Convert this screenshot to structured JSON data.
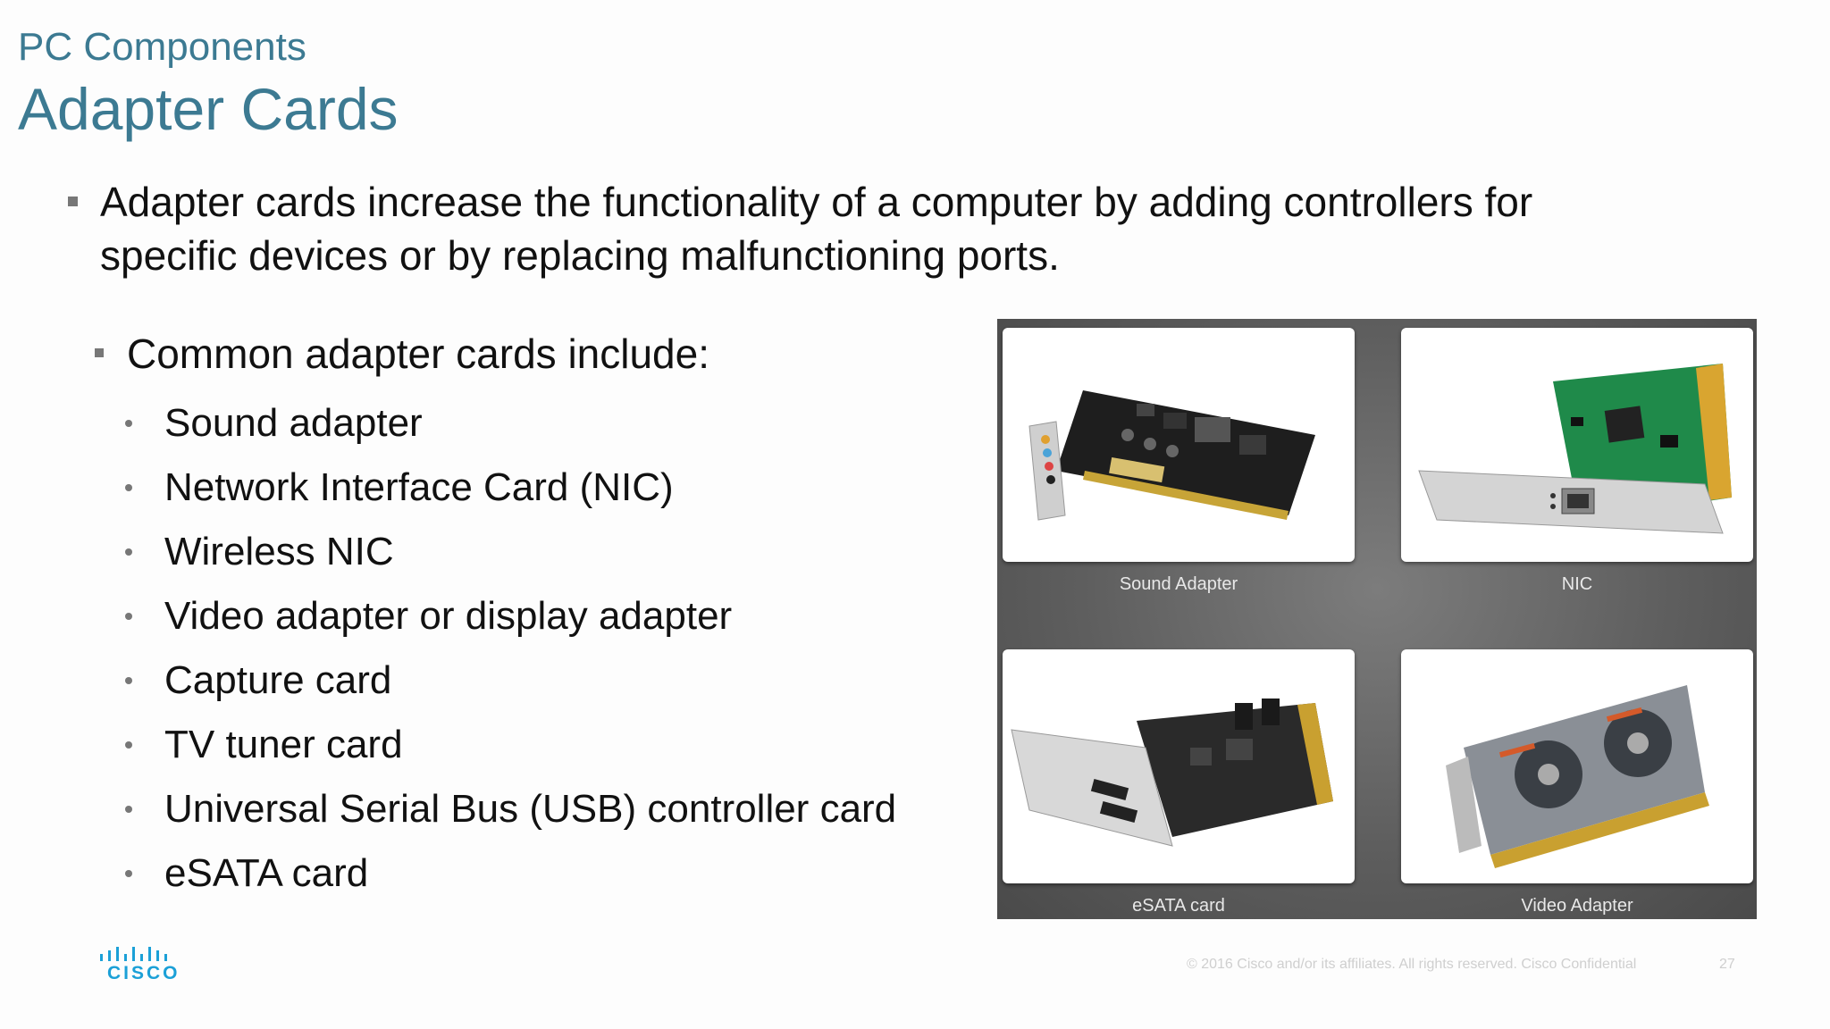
{
  "header": {
    "section_title": "PC Components",
    "slide_title": "Adapter Cards"
  },
  "body": {
    "main_bullet": "Adapter cards increase the functionality of a computer by adding controllers for specific devices or by replacing malfunctioning ports.",
    "sub_heading": "Common adapter cards include:",
    "items": [
      "Sound adapter",
      "Network Interface Card (NIC)",
      "Wireless NIC",
      "Video adapter or display adapter",
      "Capture card",
      "TV tuner card",
      "Universal Serial Bus (USB) controller card",
      "eSATA card"
    ]
  },
  "image_grid": {
    "captions": [
      "Sound Adapter",
      "NIC",
      "eSATA card",
      "Video Adapter"
    ]
  },
  "footer": {
    "logo_text": "CISCO",
    "copyright": "© 2016  Cisco and/or its affiliates. All rights reserved.   Cisco Confidential",
    "page_number": "27"
  },
  "colors": {
    "title": "#3c7a92",
    "logo": "#1ba0d7",
    "panel_bg": "#5e5e5e"
  }
}
